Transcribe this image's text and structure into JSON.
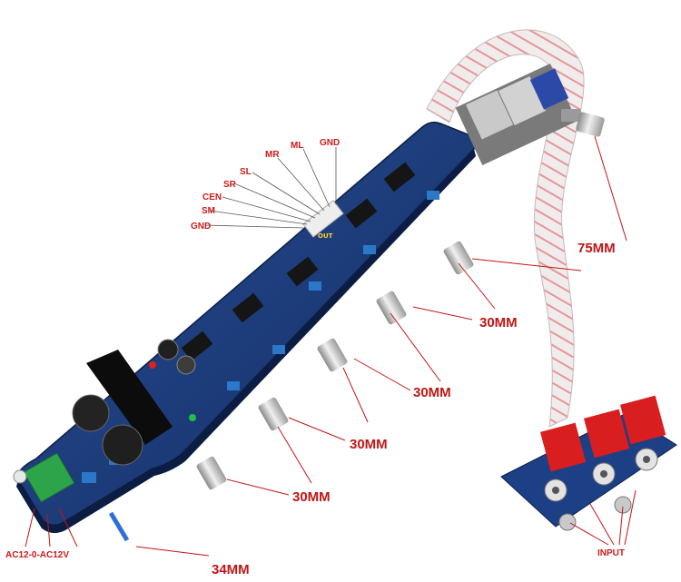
{
  "pin_labels": [
    "GND",
    "ML",
    "MR",
    "SL",
    "SR",
    "CEN",
    "SM",
    "GND"
  ],
  "board_silkscreen": "OUT",
  "dimensions": [
    "75MM",
    "30MM",
    "30MM",
    "30MM",
    "30MM",
    "34MM"
  ],
  "power_label": "AC12-0-AC12V",
  "input_label": "INPUT",
  "colors": {
    "board": "#1b3a78",
    "annotation": "#c21515",
    "ribbon": "#efe9ea",
    "ribbon_stripe": "#d8505a",
    "rca_red": "#d81e1e"
  }
}
